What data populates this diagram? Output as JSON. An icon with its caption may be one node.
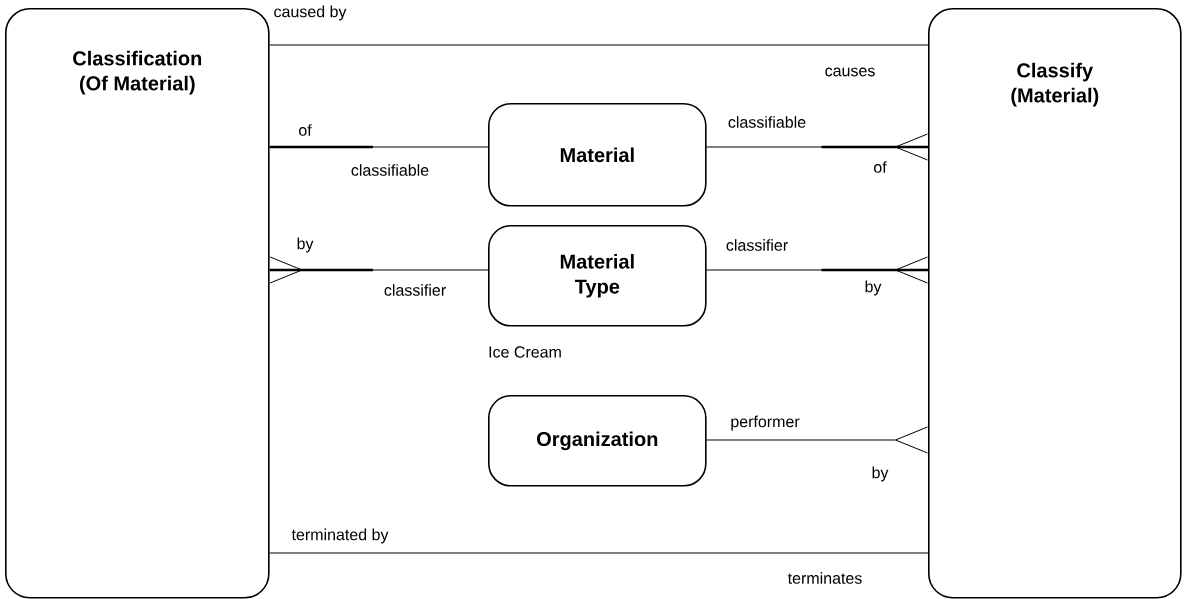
{
  "diagram": {
    "nodes": [
      {
        "text": [
          "Classification (Of Material)"
        ]
      },
      {
        "text": [
          "Classify (Material)"
        ]
      },
      {
        "text": [
          "Material"
        ]
      },
      {
        "text": [
          "Material Type"
        ],
        "beside": [
          "Ice Cream"
        ]
      },
      {
        "text": [
          "Organization"
        ]
      }
    ],
    "edges": [
      {
        "from": 0,
        "to": 1,
        "arrow": "none"
      },
      {
        "from": 2,
        "to": 0,
        "arrow": "none"
      },
      {
        "from": 2,
        "to": 1,
        "arrow": "other"
      },
      {
        "from": 3,
        "to": 0,
        "arrow": "other"
      },
      {
        "from": 3,
        "to": 1,
        "arrow": "other"
      },
      {
        "from": 4,
        "to": 1,
        "arrow": "other"
      },
      {
        "from": 0,
        "to": 1,
        "arrow": "none"
      }
    ],
    "labels": [
      "caused by",
      "causes",
      "of",
      "classifiable",
      "classifiable",
      "of",
      "by",
      "classifier",
      "classifier",
      "by",
      "performer",
      "by",
      "terminated by",
      "terminates"
    ]
  }
}
